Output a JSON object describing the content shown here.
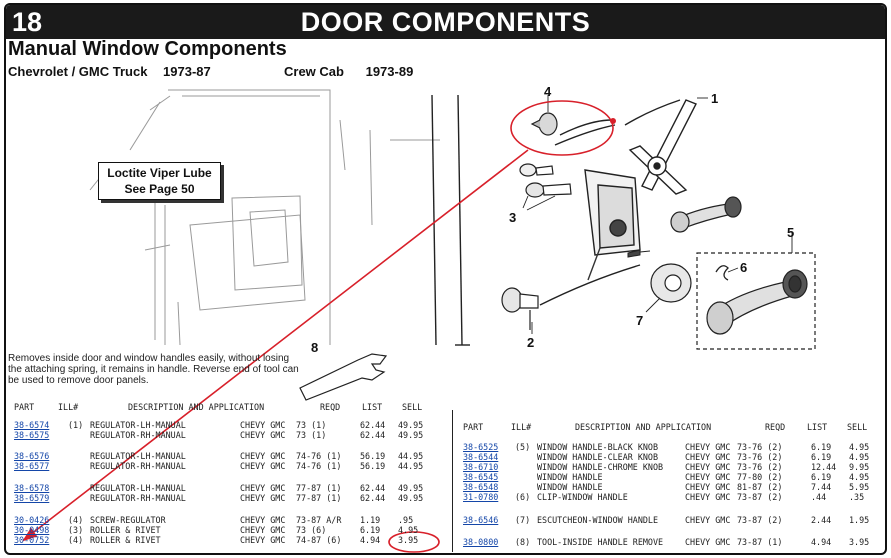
{
  "header": {
    "page_number": "18",
    "title": "DOOR COMPONENTS"
  },
  "section": {
    "title": "Manual Window Components",
    "vehicle_left": "Chevrolet / GMC Truck",
    "years_left": "1973-87",
    "vehicle_right": "Crew Cab",
    "years_right": "1973-89"
  },
  "callout": {
    "line1": "Loctite Viper Lube",
    "line2": "See Page 50"
  },
  "callout_labels": [
    "1",
    "2",
    "3",
    "4",
    "5",
    "6",
    "7",
    "8"
  ],
  "tool_description": "Removes inside door and window handles easily, without losing the attaching spring, it remains in handle. Reverse end of tool can be used to remove door panels.",
  "left_table": {
    "headers": [
      "PART",
      "ILL#",
      "DESCRIPTION AND APPLICATION",
      "REQD",
      "LIST",
      "SELL"
    ],
    "rows": [
      {
        "part": "38-6574",
        "ill": "(1)",
        "desc": "REGULATOR-LH-MANUAL",
        "app": "CHEVY GMC",
        "reqd": "73 (1)",
        "list": "62.44",
        "sell": "49.95"
      },
      {
        "part": "38-6575",
        "ill": "",
        "desc": "REGULATOR-RH-MANUAL",
        "app": "CHEVY GMC",
        "reqd": "73 (1)",
        "list": "62.44",
        "sell": "49.95"
      },
      {
        "part": "38-6576",
        "ill": "",
        "desc": "REGULATOR-LH-MANUAL",
        "app": "CHEVY GMC",
        "reqd": "74-76 (1)",
        "list": "56.19",
        "sell": "44.95"
      },
      {
        "part": "38-6577",
        "ill": "",
        "desc": "REGULATOR-RH-MANUAL",
        "app": "CHEVY GMC",
        "reqd": "74-76 (1)",
        "list": "56.19",
        "sell": "44.95"
      },
      {
        "part": "38-6578",
        "ill": "",
        "desc": "REGULATOR-LH-MANUAL",
        "app": "CHEVY GMC",
        "reqd": "77-87 (1)",
        "list": "62.44",
        "sell": "49.95"
      },
      {
        "part": "38-6579",
        "ill": "",
        "desc": "REGULATOR-RH-MANUAL",
        "app": "CHEVY GMC",
        "reqd": "77-87 (1)",
        "list": "62.44",
        "sell": "49.95"
      },
      {
        "part": "30-0426",
        "ill": "(4)",
        "desc": "SCREW-REGULATOR",
        "app": "CHEVY GMC",
        "reqd": "73-87 A/R",
        "list": "1.19",
        "sell": ".95"
      },
      {
        "part": "30-0498",
        "ill": "(3)",
        "desc": "ROLLER & RIVET",
        "app": "CHEVY GMC",
        "reqd": "73 (6)",
        "list": "6.19",
        "sell": "4.95"
      },
      {
        "part": "30-0752",
        "ill": "(4)",
        "desc": "ROLLER & RIVET",
        "app": "CHEVY GMC",
        "reqd": "74-87 (6)",
        "list": "4.94",
        "sell": "3.95"
      }
    ]
  },
  "right_table": {
    "headers": [
      "PART",
      "ILL#",
      "DESCRIPTION AND APPLICATION",
      "REQD",
      "LIST",
      "SELL"
    ],
    "rows": [
      {
        "part": "38-6525",
        "ill": "(5)",
        "desc": "WINDOW HANDLE-BLACK KNOB",
        "app": "CHEVY GMC",
        "reqd": "73-76 (2)",
        "list": "6.19",
        "sell": "4.95"
      },
      {
        "part": "38-6544",
        "ill": "",
        "desc": "WINDOW HANDLE-CLEAR KNOB",
        "app": "CHEVY GMC",
        "reqd": "73-76 (2)",
        "list": "6.19",
        "sell": "4.95"
      },
      {
        "part": "38-6710",
        "ill": "",
        "desc": "WINDOW HANDLE-CHROME KNOB",
        "app": "CHEVY GMC",
        "reqd": "73-76 (2)",
        "list": "12.44",
        "sell": "9.95"
      },
      {
        "part": "38-6545",
        "ill": "",
        "desc": "WINDOW HANDLE",
        "app": "CHEVY GMC",
        "reqd": "77-80 (2)",
        "list": "6.19",
        "sell": "4.95"
      },
      {
        "part": "38-6548",
        "ill": "",
        "desc": "WINDOW HANDLE",
        "app": "CHEVY GMC",
        "reqd": "81-87 (2)",
        "list": "7.44",
        "sell": "5.95"
      },
      {
        "part": "31-0780",
        "ill": "(6)",
        "desc": "CLIP-WINDOW HANDLE",
        "app": "CHEVY GMC",
        "reqd": "73-87 (2)",
        "list": ".44",
        "sell": ".35"
      },
      {
        "part": "38-6546",
        "ill": "(7)",
        "desc": "ESCUTCHEON-WINDOW HANDLE",
        "app": "CHEVY GMC",
        "reqd": "73-87 (2)",
        "list": "2.44",
        "sell": "1.95"
      },
      {
        "part": "38-0800",
        "ill": "(8)",
        "desc": "TOOL-INSIDE HANDLE REMOVE",
        "app": "CHEVY GMC",
        "reqd": "73-87 (1)",
        "list": "4.94",
        "sell": "3.95"
      }
    ]
  },
  "colors": {
    "annotation_red": "#d8202a",
    "link_blue": "#1446a8",
    "header_bg": "#1a1a1a"
  }
}
